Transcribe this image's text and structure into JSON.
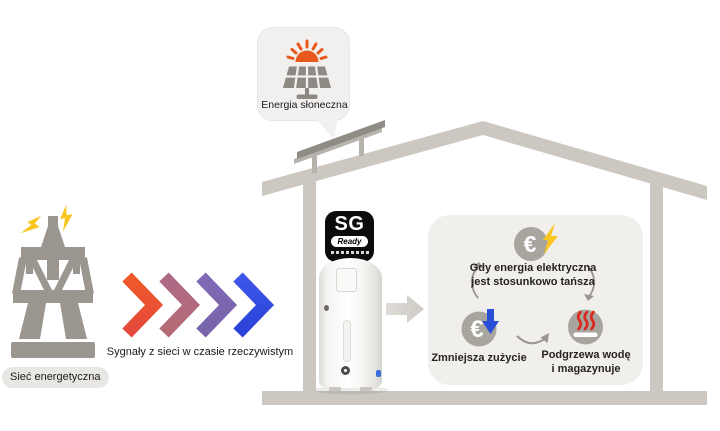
{
  "grid": {
    "label": "Sieć energetyczna"
  },
  "signals": {
    "caption": "Sygnały z sieci w czasie rzeczywistym"
  },
  "solar_bubble": {
    "label": "Energia słoneczna"
  },
  "sg_badge": {
    "abbr": "SG",
    "name": "Ready"
  },
  "benefits_panel": {
    "cheaper_line1": "Gdy energia elektryczna",
    "cheaper_line2": "jest stosunkowo tańsza",
    "reduce_label": "Zmniejsza zużycie",
    "heat_line1": "Podgrzewa wodę",
    "heat_line2": "i magazynuje"
  },
  "glyphs": {
    "euro": "€"
  },
  "colors": {
    "house": "#ccc8c1",
    "pylon": "#9b968f",
    "coin_gray": "#a8a49e",
    "lightning_yellow": "#f9c51f",
    "sun_orange": "#e8571c",
    "solar_panel_gray": "#8d8a84",
    "arrow_blue": "#2a4fd7",
    "heat_red": "#da2a20",
    "chevron_1": "#ee5a2c",
    "chevron_2": "#b26a80",
    "chevron_3": "#7d66b0",
    "chevron_4": "#3348e2",
    "bubble_bg": "#f1f0ee",
    "panel_bg": "#f0efec",
    "badge_bg": "#0c0c0c"
  }
}
